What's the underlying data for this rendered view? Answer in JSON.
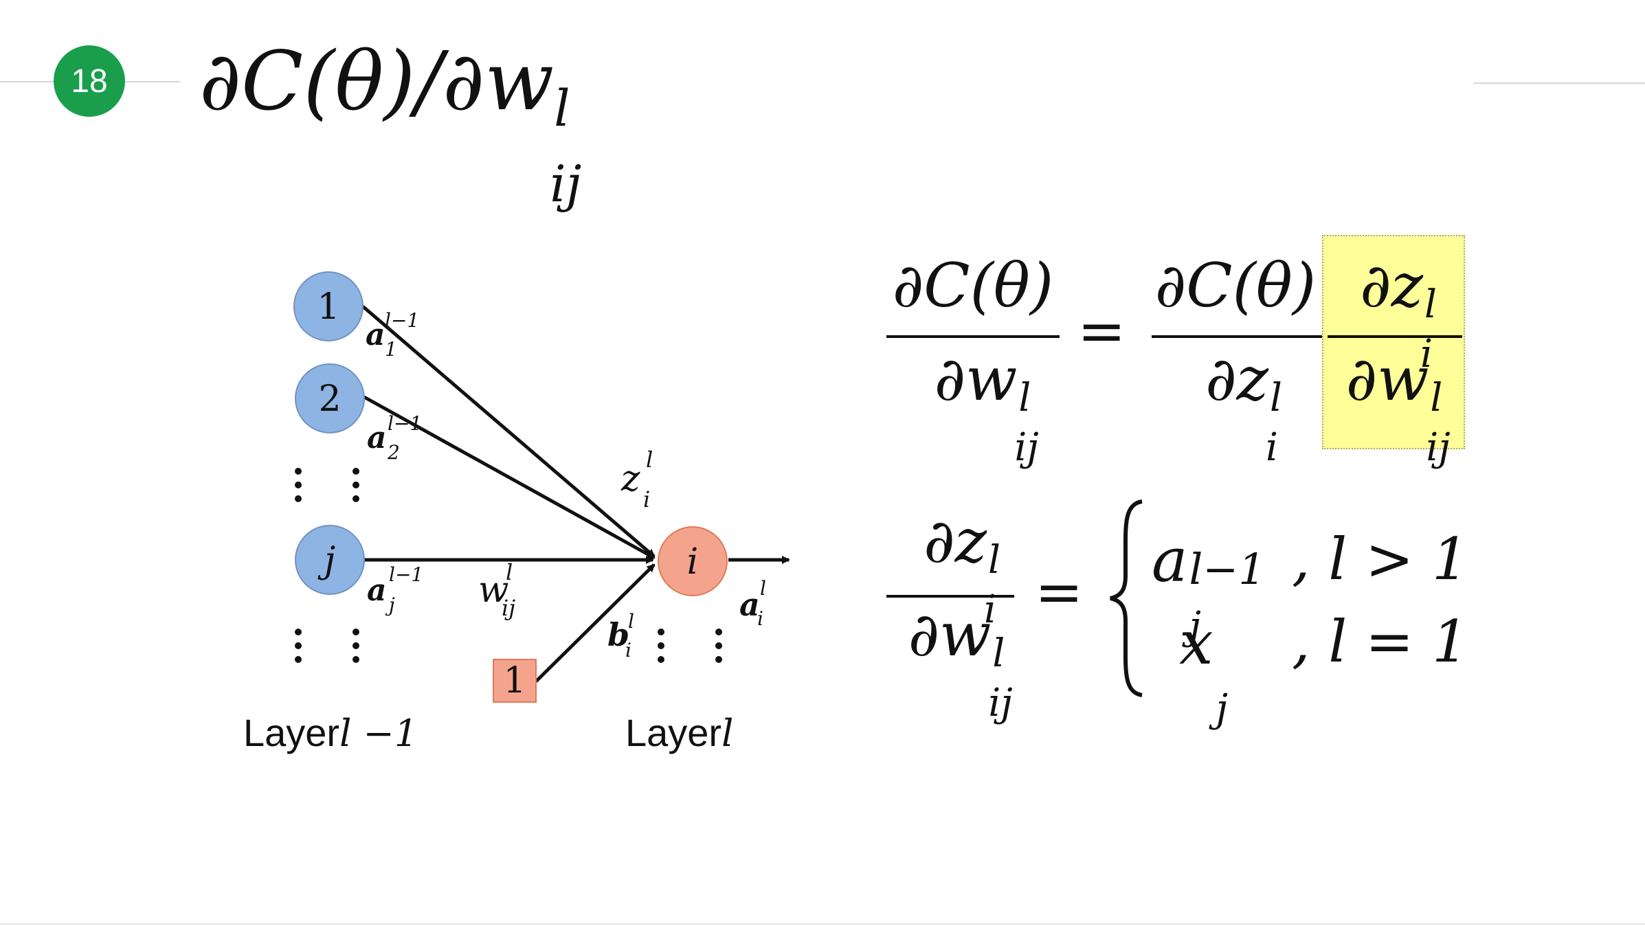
{
  "slide": {
    "number": "18",
    "title_prefix": "∂C(θ)/∂w",
    "title_sup": "l",
    "title_sub": "ij",
    "accent_color": "#1a9e4b",
    "highlight_color": "#ffff99"
  },
  "diagram": {
    "input_nodes": [
      "1",
      "2",
      "j"
    ],
    "output_node": "i",
    "bias_node": "1",
    "input_node_color": "#8eb4e3",
    "output_node_color": "#f4a48c",
    "labels": {
      "a1": "a",
      "a1_sub": "1",
      "a1_sup": "l−1",
      "a2": "a",
      "a2_sub": "2",
      "a2_sup": "l−1",
      "aj": "a",
      "aj_sub": "j",
      "aj_sup": "l−1",
      "z": "z",
      "z_sub": "i",
      "z_sup": "l",
      "w": "w",
      "w_sub": "ij",
      "w_sup": "l",
      "b": "b",
      "b_sub": "i",
      "b_sup": "l",
      "ai": "a",
      "ai_sub": "i",
      "ai_sup": "l"
    },
    "layer_prev_text": "Layer",
    "layer_prev_math": "l −1",
    "layer_cur_text": "Layer",
    "layer_cur_math": "l"
  },
  "equation1": {
    "lhs_num": "∂C(θ)",
    "lhs_den": "∂w",
    "lhs_den_sup": "l",
    "lhs_den_sub": "ij",
    "equals": "=",
    "r1_num": "∂C(θ)",
    "r1_den": "∂z",
    "r1_den_sup": "l",
    "r1_den_sub": "i",
    "r2_num": "∂z",
    "r2_num_sup": "l",
    "r2_num_sub": "i",
    "r2_den": "∂w",
    "r2_den_sup": "l",
    "r2_den_sub": "ij"
  },
  "equation2": {
    "lhs_num": "∂z",
    "lhs_num_sup": "l",
    "lhs_num_sub": "i",
    "lhs_den": "∂w",
    "lhs_den_sup": "l",
    "lhs_den_sub": "ij",
    "equals": "=",
    "case1_value": "a",
    "case1_sup": "l−1",
    "case1_sub": "j",
    "case1_cond": ", l > 1",
    "case2_value": "x",
    "case2_sub": "j",
    "case2_cond": ", l = 1"
  }
}
